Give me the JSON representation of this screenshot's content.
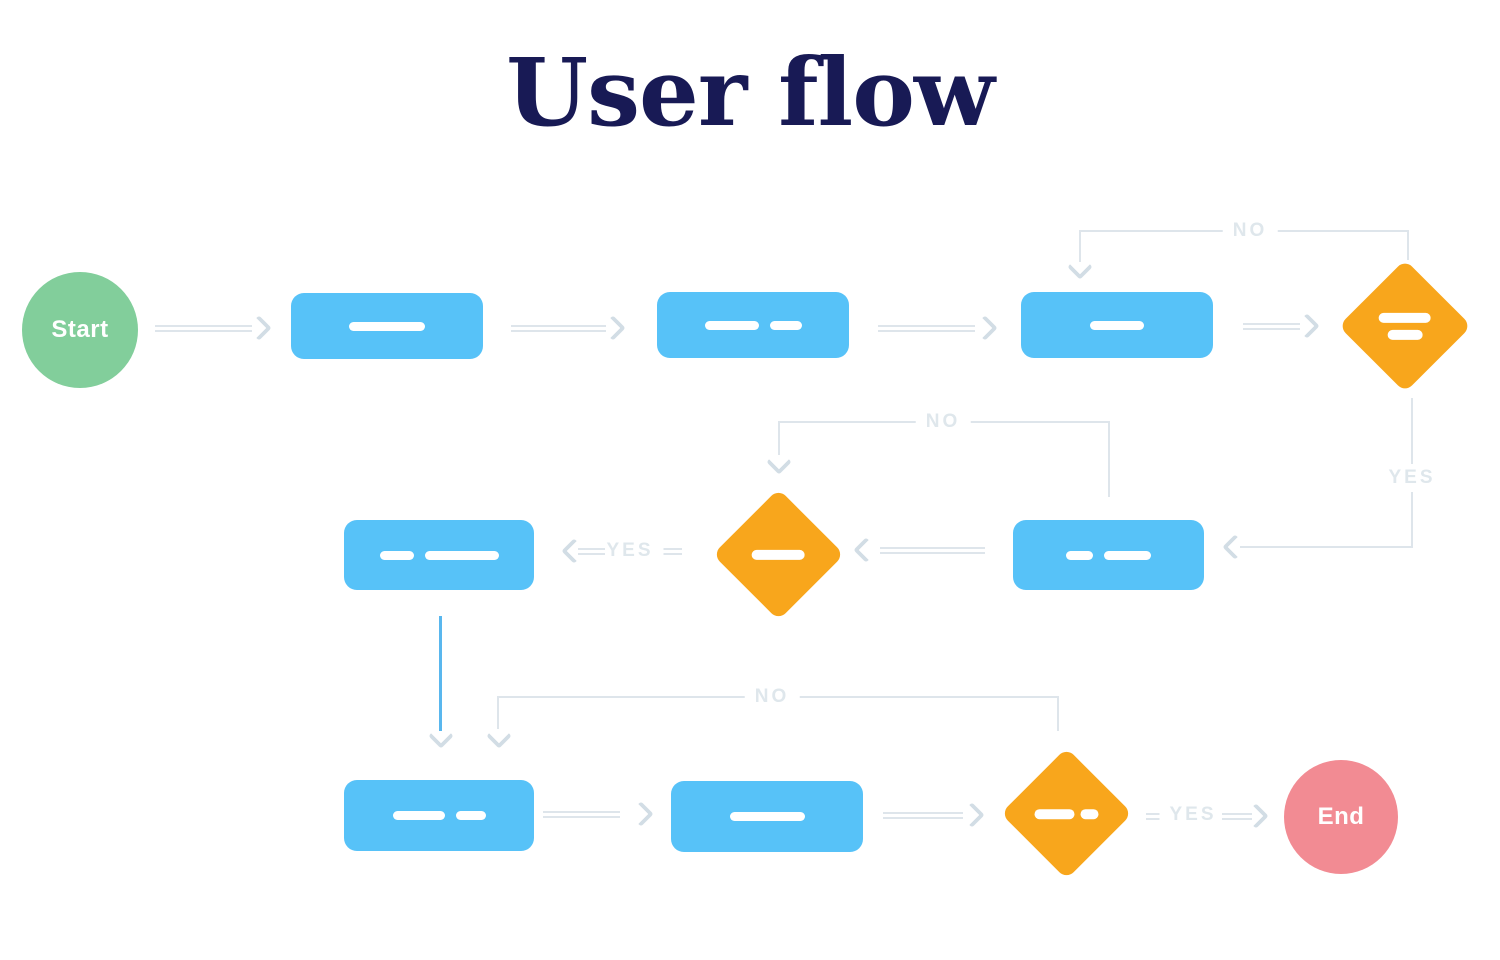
{
  "title": "User flow",
  "terminals": {
    "start": "Start",
    "end": "End"
  },
  "edge_labels": {
    "no_top": "NO",
    "yes_top": "YES",
    "no_mid": "NO",
    "yes_mid": "YES",
    "no_bottom": "NO",
    "yes_bottom": "YES"
  },
  "colors": {
    "background": "#ffffff",
    "title": "#181a55",
    "process_node": "#57c2f8",
    "decision_node": "#f8a61c",
    "start_node": "#82ce9b",
    "end_node": "#f28b93",
    "connector": "#dee5eb",
    "connector_label": "#dfe7ec",
    "blue_connector": "#59b7ee",
    "placeholder_bar": "#ffffff"
  },
  "nodes": [
    {
      "id": "start",
      "type": "terminal",
      "label": "Start"
    },
    {
      "id": "step-1",
      "type": "process",
      "bars": [
        76
      ]
    },
    {
      "id": "step-2",
      "type": "process",
      "bars": [
        54,
        32
      ]
    },
    {
      "id": "step-3",
      "type": "process",
      "bars": [
        54
      ]
    },
    {
      "id": "decision-1",
      "type": "decision",
      "bars": [
        52,
        35
      ]
    },
    {
      "id": "step-4",
      "type": "process",
      "bars": [
        27,
        47
      ]
    },
    {
      "id": "decision-2",
      "type": "decision",
      "bars": [
        53
      ]
    },
    {
      "id": "step-5",
      "type": "process",
      "bars": [
        34,
        74
      ]
    },
    {
      "id": "step-6",
      "type": "process",
      "bars": [
        52,
        30
      ]
    },
    {
      "id": "step-7",
      "type": "process",
      "bars": [
        75
      ]
    },
    {
      "id": "decision-3",
      "type": "decision",
      "bars": [
        40,
        18
      ]
    },
    {
      "id": "end",
      "type": "terminal",
      "label": "End"
    }
  ]
}
